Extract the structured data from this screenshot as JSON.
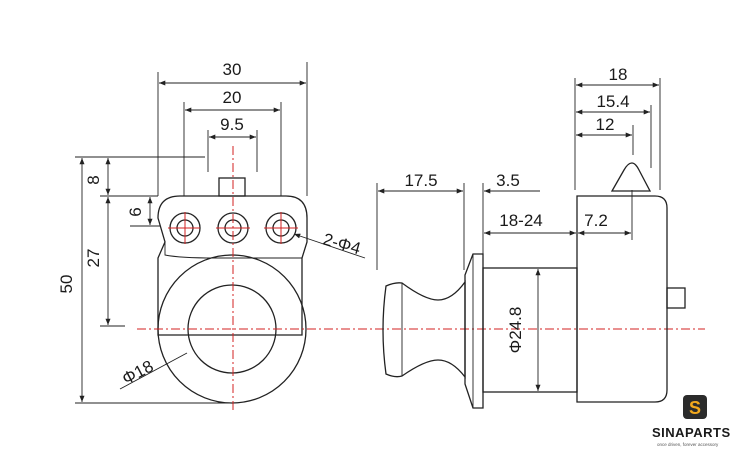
{
  "dimensions": {
    "width_30": "30",
    "width_20": "20",
    "width_9_5": "9.5",
    "height_8": "8",
    "height_6": "6",
    "height_27": "27",
    "height_50": "50",
    "hole_spec": "2-Φ4",
    "diameter_18": "Φ18",
    "length_17_5": "17.5",
    "length_3_5": "3.5",
    "range_18_24": "18-24",
    "length_7_2": "7.2",
    "diameter_24_8": "Φ24.8",
    "length_18": "18",
    "length_15_4": "15.4",
    "length_12": "12"
  },
  "logo": {
    "brand": "SINAPARTS",
    "tagline": "once driven, forever accessory",
    "accent_color": "#f2a81d",
    "dark_color": "#2b2b2b"
  },
  "colors": {
    "line": "#222222",
    "centerline": "#d32020"
  }
}
